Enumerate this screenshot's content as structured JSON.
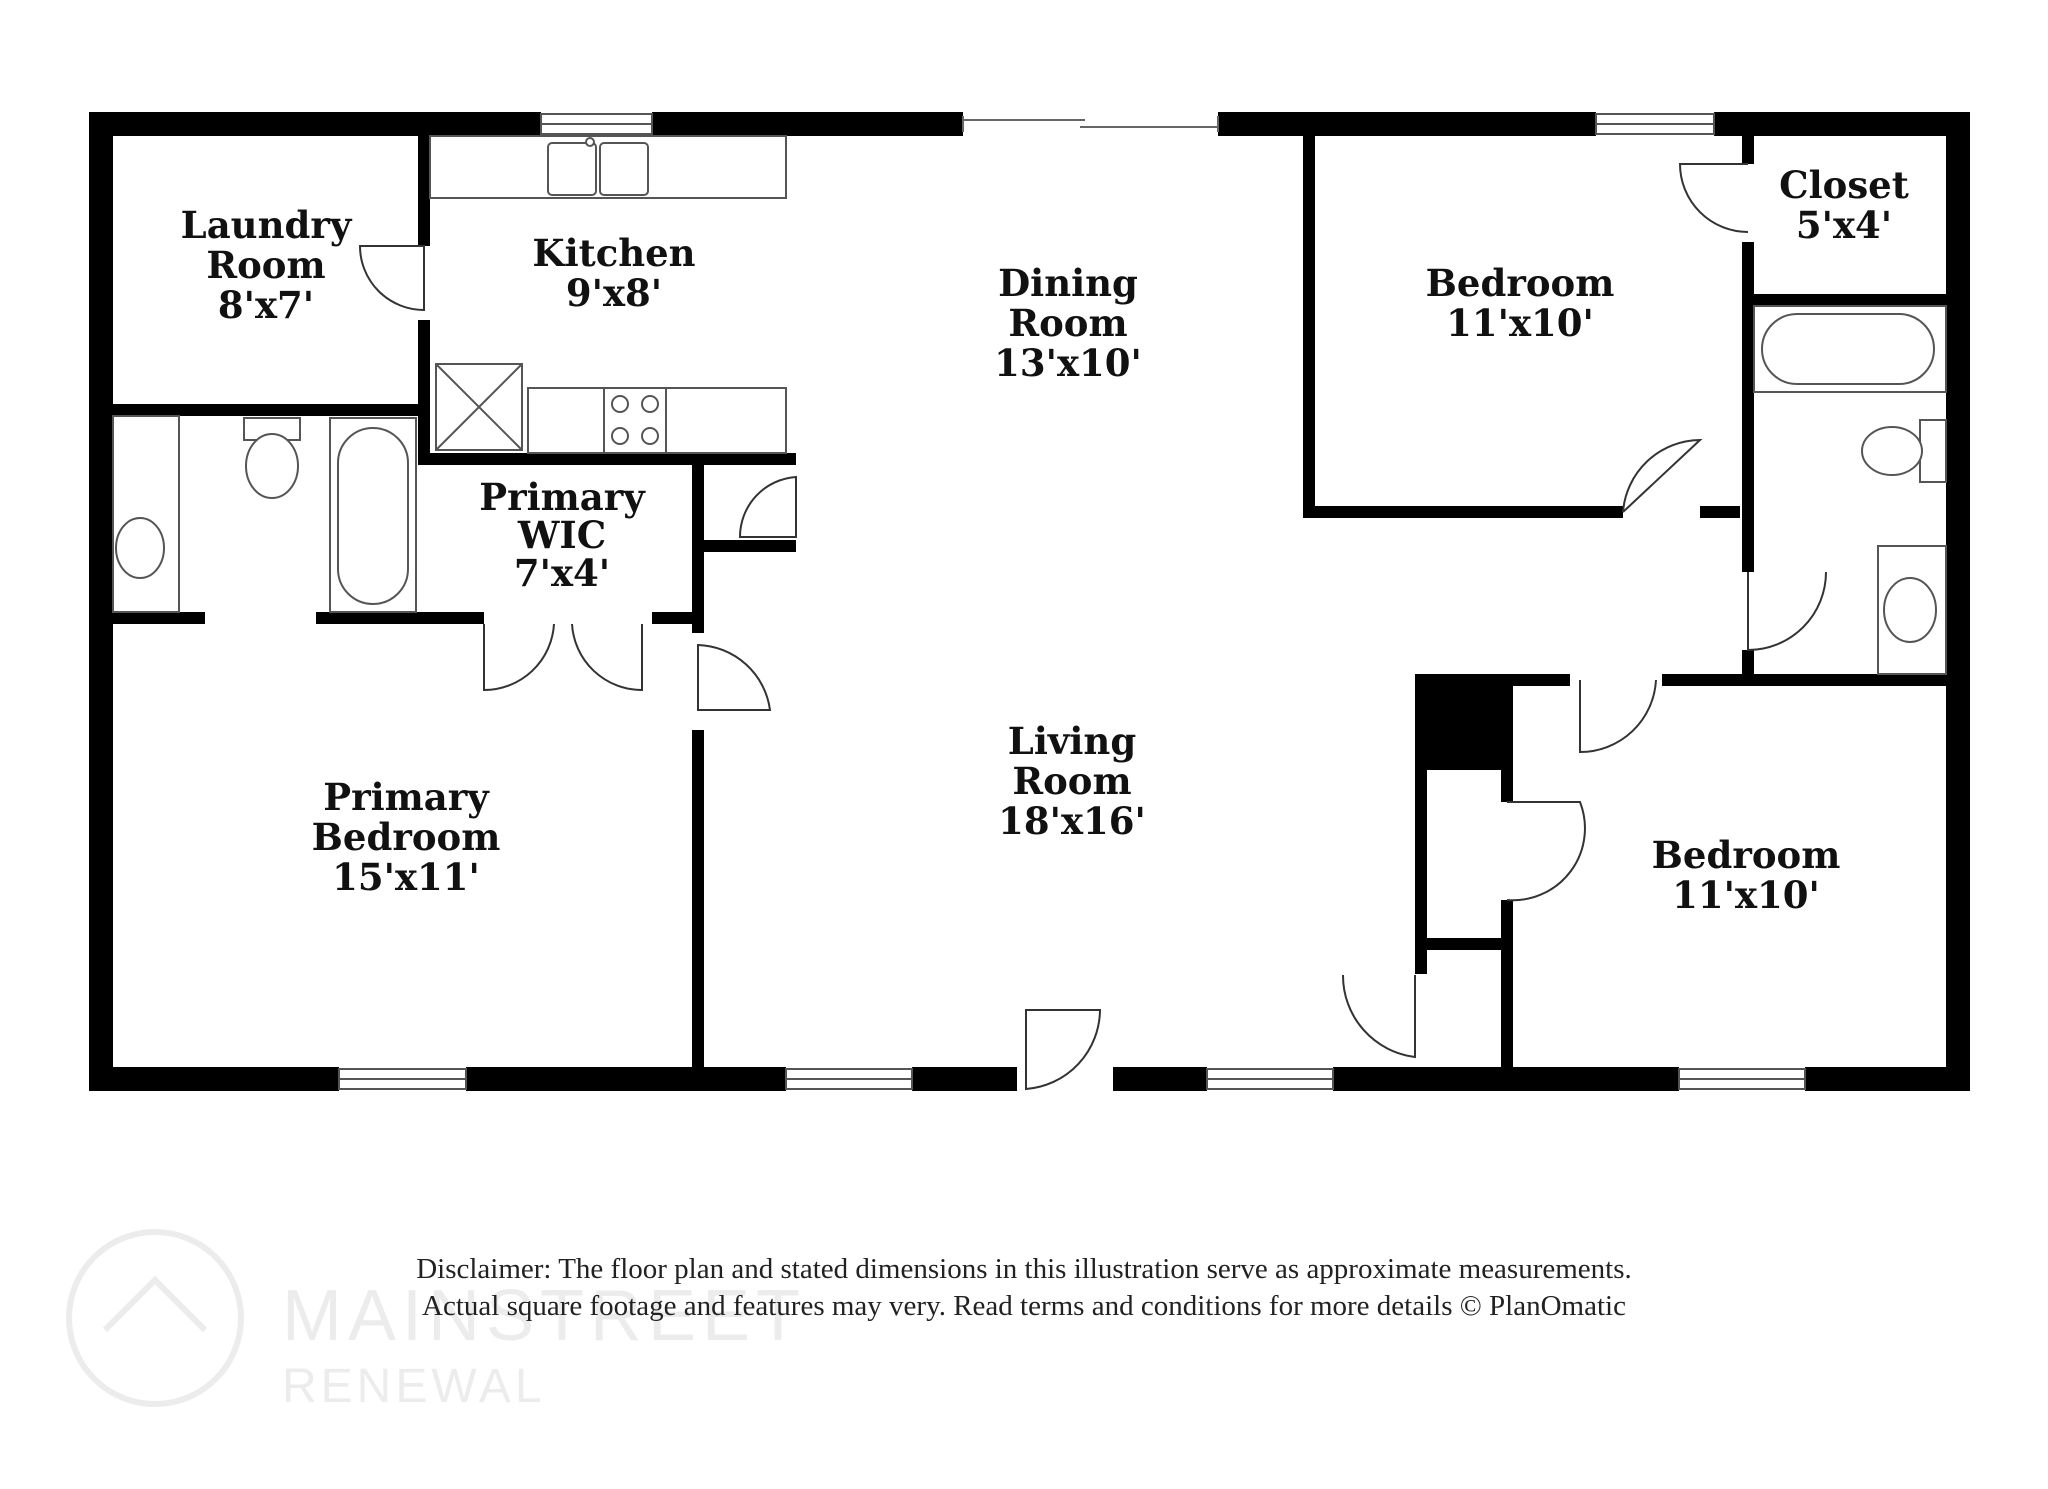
{
  "rooms": {
    "laundry": {
      "name1": "Laundry",
      "name2": "Room",
      "dims": "8'x7'"
    },
    "kitchen": {
      "name1": "Kitchen",
      "dims": "9'x8'"
    },
    "dining": {
      "name1": "Dining",
      "name2": "Room",
      "dims": "13'x10'"
    },
    "bedroom_ne": {
      "name1": "Bedroom",
      "dims": "11'x10'"
    },
    "closet": {
      "name1": "Closet",
      "dims": "5'x4'"
    },
    "primary_wic": {
      "name1": "Primary",
      "name2": "WIC",
      "dims": "7'x4'"
    },
    "living": {
      "name1": "Living",
      "name2": "Room",
      "dims": "18'x16'"
    },
    "primary_bed": {
      "name1": "Primary",
      "name2": "Bedroom",
      "dims": "15'x11'"
    },
    "bedroom_se": {
      "name1": "Bedroom",
      "dims": "11'x10'"
    }
  },
  "disclaimer": {
    "line1": "Disclaimer: The floor plan and stated dimensions in this illustration serve as approximate measurements.",
    "line2": "Actual square footage and features may very. Read terms and conditions for more details © PlanOmatic"
  },
  "watermark": {
    "line1": "MAINSTREET",
    "line2": "RENEWAL",
    "logo_icon": "house-circle-icon"
  },
  "colors": {
    "wall": "#000000",
    "fixture_stroke": "#555555",
    "background": "#ffffff",
    "watermark": "#ececec"
  }
}
